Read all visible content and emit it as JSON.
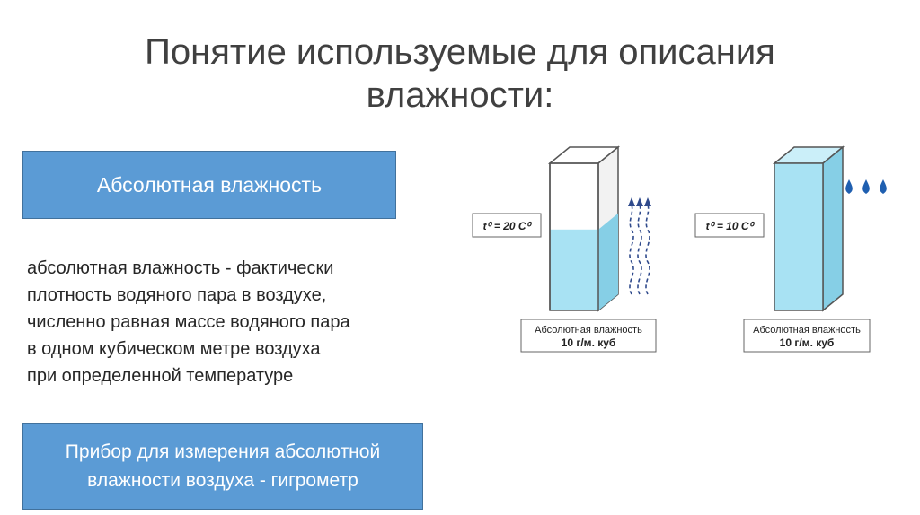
{
  "slide": {
    "title_line1": "Понятие используемые для описания",
    "title_line2": "влажности:"
  },
  "absolute_box": {
    "label": "Абсолютная влажность"
  },
  "definition": {
    "lines": [
      "абсолютная влажность - фактически",
      "плотность водяного пара в воздухе,",
      "численно равная массе водяного пара",
      "в одном кубическом метре воздуха",
      "при определенной температуре"
    ]
  },
  "instrument_box": {
    "line1": "Прибор для измерения абсолютной",
    "line2": "влажности воздуха - гигрометр"
  },
  "diagram": {
    "left": {
      "temperature": "t⁰ = 20 C⁰",
      "caption_line1": "Абсолютная влажность",
      "caption_line2": "10 г/м. куб",
      "fill_level": 0.55
    },
    "right": {
      "temperature": "t⁰ = 10 C⁰",
      "caption_line1": "Абсолютная влажность",
      "caption_line2": "10 г/м. куб",
      "fill_level": 1.0
    },
    "colors": {
      "water": "#a8e2f3",
      "water_edge": "#5cb6d6",
      "vapor_arrow": "#2f4a8c",
      "drop": "#1f5fb0"
    }
  }
}
